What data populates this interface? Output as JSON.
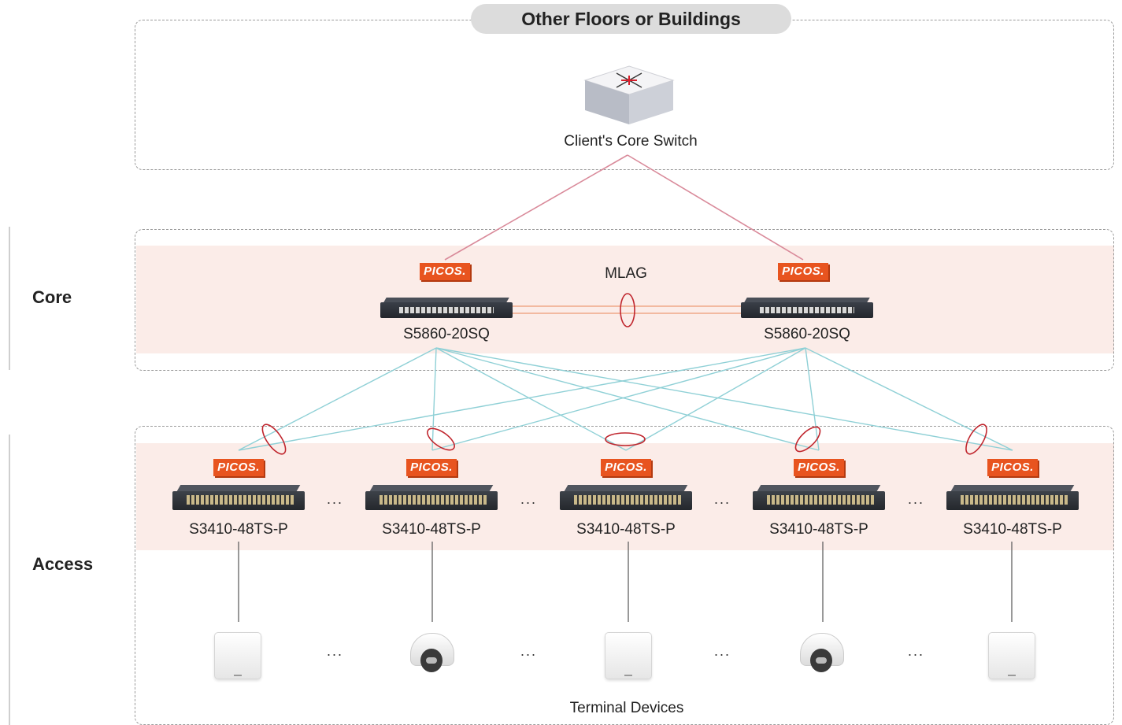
{
  "header": {
    "title": "Other Floors or Buildings"
  },
  "layers": {
    "core": "Core",
    "access": "Access"
  },
  "client_core": {
    "label": "Client's Core Switch"
  },
  "mlag": {
    "label": "MLAG"
  },
  "core_switches": [
    {
      "brand": "PICOS.",
      "model": "S5860-20SQ"
    },
    {
      "brand": "PICOS.",
      "model": "S5860-20SQ"
    }
  ],
  "access_switches": [
    {
      "brand": "PICOS.",
      "model": "S3410-48TS-P"
    },
    {
      "brand": "PICOS.",
      "model": "S3410-48TS-P"
    },
    {
      "brand": "PICOS.",
      "model": "S3410-48TS-P"
    },
    {
      "brand": "PICOS.",
      "model": "S3410-48TS-P"
    },
    {
      "brand": "PICOS.",
      "model": "S3410-48TS-P"
    }
  ],
  "ellipsis": "···",
  "terminal": {
    "label": "Terminal Devices",
    "devices": [
      "access-point-icon",
      "camera-icon",
      "access-point-icon",
      "camera-icon",
      "access-point-icon"
    ]
  },
  "colors": {
    "uplink": "#d98a9a",
    "downlink": "#8fd0d6",
    "mlag_link": "#f0a888",
    "lag_ring": "#c0262e",
    "picos_orange": "#e8541f",
    "band_fill": "#fbece8"
  }
}
